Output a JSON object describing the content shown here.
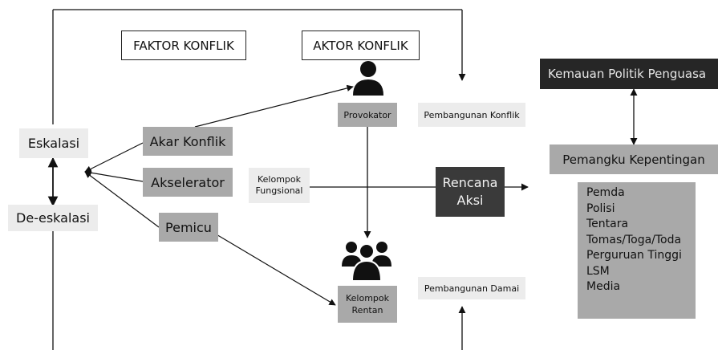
{
  "headers": {
    "faktor": "FAKTOR KONFLIK",
    "aktor": "AKTOR KONFLIK"
  },
  "left": {
    "eskalasi": "Eskalasi",
    "de_eskalasi": "De-eskalasi"
  },
  "factors": {
    "akar": "Akar Konflik",
    "akselerator": "Akselerator",
    "pemicu": "Pemicu"
  },
  "actors": {
    "provokator": "Provokator",
    "kelompok_fungsional": [
      "Kelompok",
      "Fungsional"
    ],
    "kelompok_rentan": [
      "Kelompok",
      "Rentan"
    ]
  },
  "rencana_aksi": [
    "Rencana",
    "Aksi"
  ],
  "outcomes": {
    "pembangunan_konflik": "Pembangunan Konflik",
    "pembangunan_damai": "Pembangunan Damai"
  },
  "right": {
    "kemauan": "Kemauan Politik Penguasa",
    "pemangku": "Pemangku Kepentingan",
    "stakeholders": [
      "Pemda",
      "Polisi",
      "Tentara",
      "Tomas/Toga/Toda",
      "Perguruan Tinggi",
      "LSM",
      "Media"
    ]
  },
  "icons": {
    "single": "person-icon",
    "group": "people-group-icon"
  }
}
